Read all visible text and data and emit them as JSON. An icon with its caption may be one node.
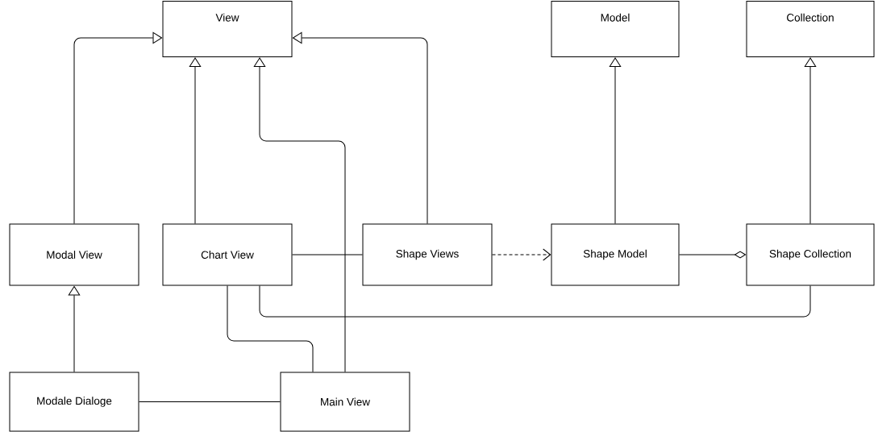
{
  "diagram": {
    "nodes": [
      {
        "text": [
          "View"
        ]
      },
      {
        "text": [
          "Model"
        ]
      },
      {
        "text": [
          "Collection"
        ]
      },
      {
        "text": [
          "Modal View"
        ]
      },
      {
        "text": [
          "Chart View"
        ]
      },
      {
        "text": [
          "Shape Views"
        ]
      },
      {
        "text": [
          "Shape Model"
        ]
      },
      {
        "text": [
          "Shape Collection"
        ]
      },
      {
        "text": [
          "Modale Dialoge"
        ]
      },
      {
        "text": [
          "Main View"
        ]
      }
    ],
    "edges": [
      {
        "from": 3,
        "to": 0,
        "arrow": "to"
      },
      {
        "from": 4,
        "to": 0,
        "arrow": "to"
      },
      {
        "from": 9,
        "to": 0,
        "arrow": "to"
      },
      {
        "from": 5,
        "to": 0,
        "arrow": "to"
      },
      {
        "from": 6,
        "to": 1,
        "arrow": "to"
      },
      {
        "from": 7,
        "to": 2,
        "arrow": "to"
      },
      {
        "from": 4,
        "to": 5,
        "arrow": "none"
      },
      {
        "from": 5,
        "to": 6,
        "arrow": "to",
        "style": "dashed"
      },
      {
        "from": 6,
        "to": 7,
        "arrow": "other"
      },
      {
        "from": 4,
        "to": 7,
        "arrow": "none"
      },
      {
        "from": 8,
        "to": 3,
        "arrow": "to"
      },
      {
        "from": 4,
        "to": 9,
        "arrow": "none"
      },
      {
        "from": 8,
        "to": 9,
        "arrow": "none"
      }
    ]
  }
}
